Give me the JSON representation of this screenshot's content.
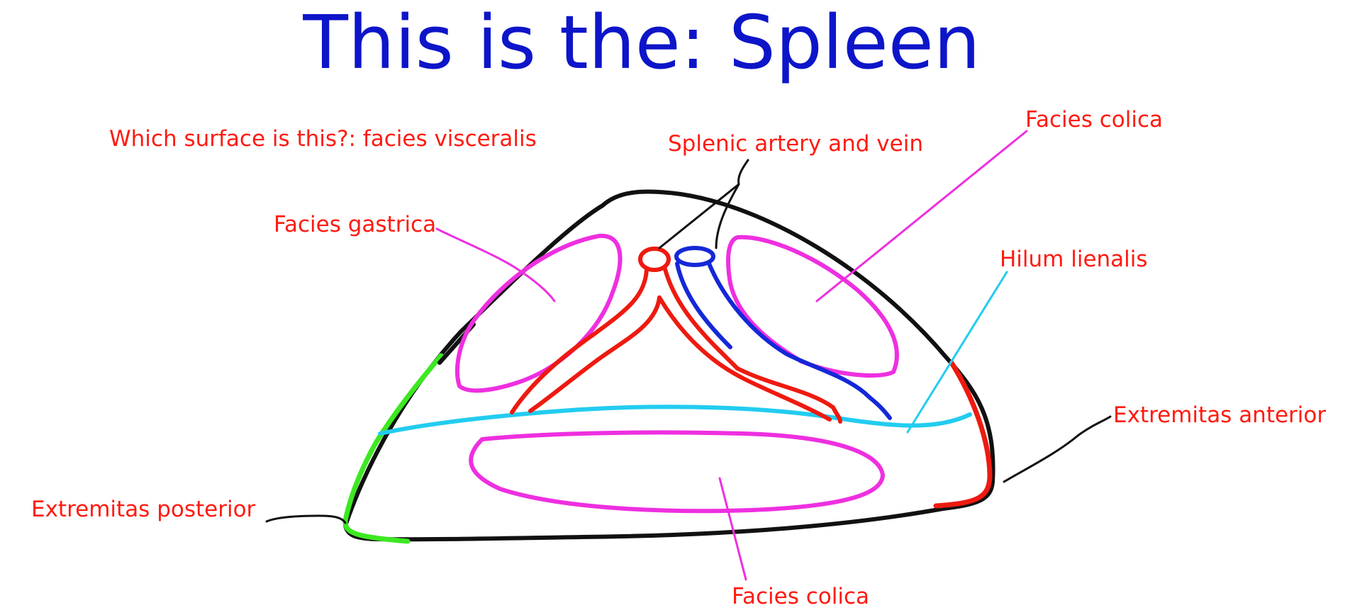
{
  "title": "This is the: Spleen",
  "question": "Which surface is this?: facies visceralis",
  "labels": {
    "splenic_vessels": "Splenic artery and vein",
    "facies_colica_top": "Facies colica",
    "facies_gastrica": "Facies gastrica",
    "hilum": "Hilum lienalis",
    "extremitas_anterior": "Extremitas anterior",
    "extremitas_posterior": "Extremitas posterior",
    "facies_colica_bottom": "Facies colica"
  },
  "colors": {
    "title": "#0d15c9",
    "label_text": "#ff1a10",
    "outline": "#111111",
    "pointer_lines": "#111111",
    "facies_outline": "#ee2fe0",
    "hilum_line": "#22ccf0",
    "artery": "#ee1a10",
    "vein": "#1428d8",
    "posterior_edge": "#3de821"
  }
}
